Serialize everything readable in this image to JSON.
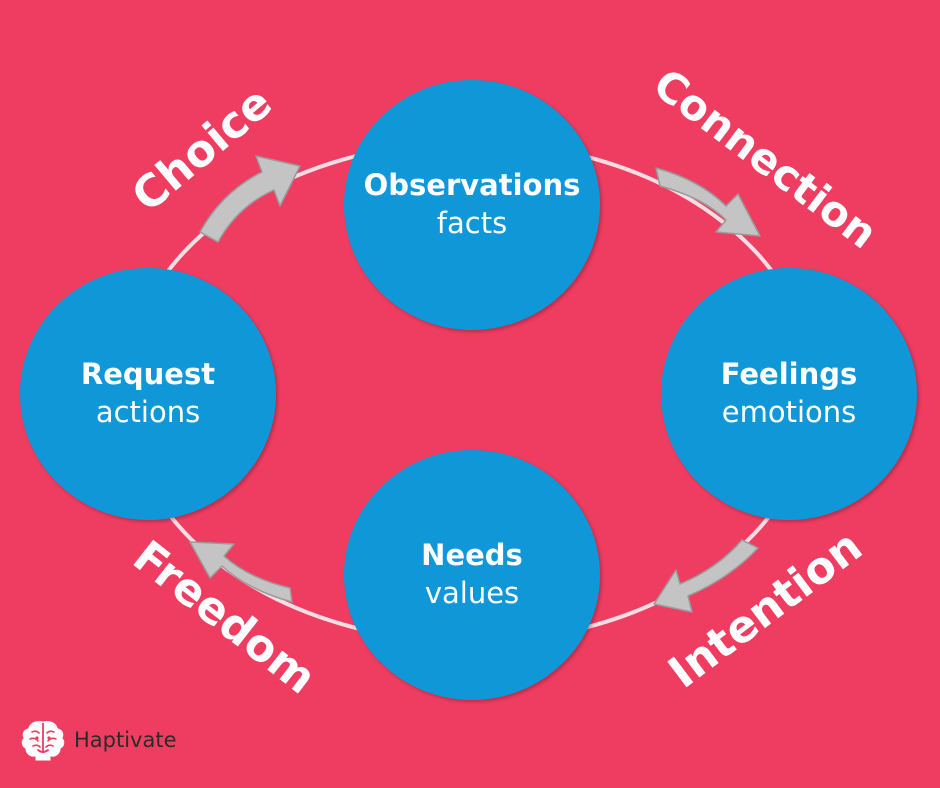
{
  "colors": {
    "background": "#ef3d61",
    "node_fill": "#0f97d8",
    "ring": "#f6dde4",
    "arrow": "#c4c4c4",
    "text": "#ffffff"
  },
  "nodes": {
    "observations": {
      "title": "Observations",
      "subtitle": "facts"
    },
    "feelings": {
      "title": "Feelings",
      "subtitle": "emotions"
    },
    "needs": {
      "title": "Needs",
      "subtitle": "values"
    },
    "request": {
      "title": "Request",
      "subtitle": "actions"
    }
  },
  "arcs": {
    "top_left": "Choice",
    "top_right": "Connection",
    "bottom_right": "Intention",
    "bottom_left": "Freedom"
  },
  "brand": {
    "name": "Haptivate",
    "icon": "brain-icon"
  }
}
